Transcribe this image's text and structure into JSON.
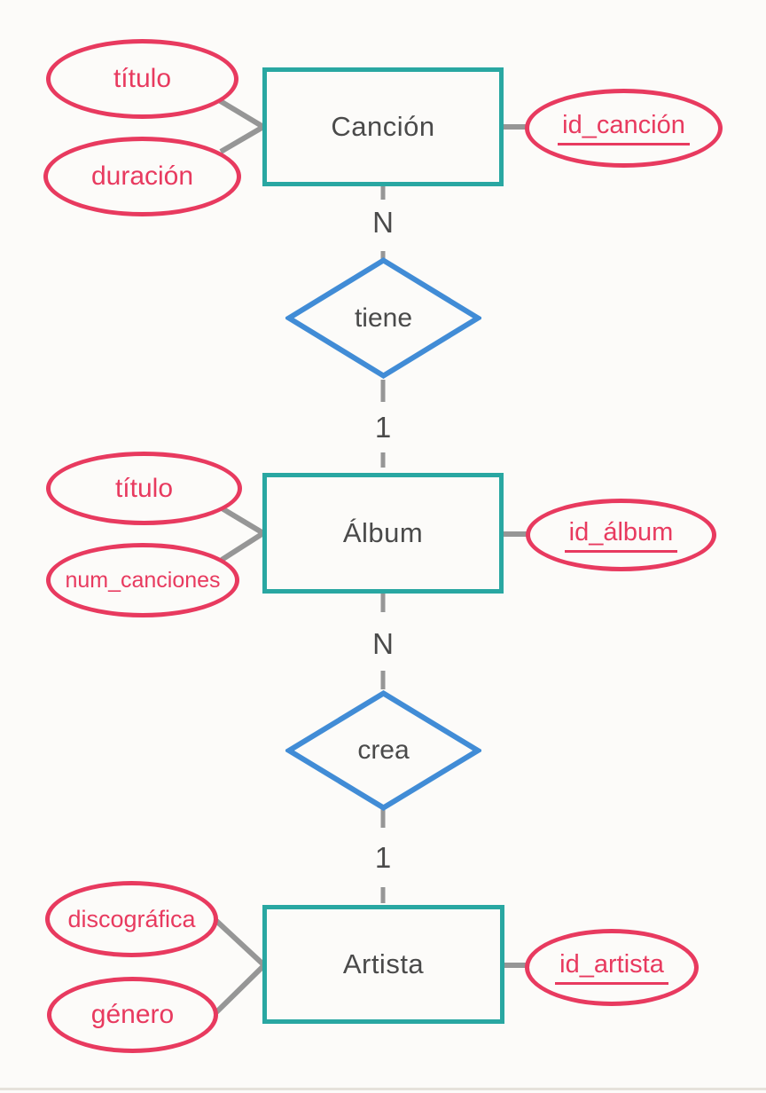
{
  "colors": {
    "entity_border": "#29a7a2",
    "attribute": "#e83a5f",
    "relationship_border": "#418cd6",
    "connector": "#969696",
    "text_dark": "#4a4a4a",
    "background": "#fcfbf9"
  },
  "diagram": {
    "type": "entity-relationship",
    "entities": [
      {
        "label": "Canción",
        "key_attribute": "id_canción",
        "attributes": [
          "título",
          "duración"
        ]
      },
      {
        "label": "Álbum",
        "key_attribute": "id_álbum",
        "attributes": [
          "título",
          "num_canciones"
        ]
      },
      {
        "label": "Artista",
        "key_attribute": "id_artista",
        "attributes": [
          "discográfica",
          "género"
        ]
      }
    ],
    "relationships": [
      {
        "label": "tiene",
        "cardinality_top": "N",
        "cardinality_bottom": "1"
      },
      {
        "label": "crea",
        "cardinality_top": "N",
        "cardinality_bottom": "1"
      }
    ]
  }
}
